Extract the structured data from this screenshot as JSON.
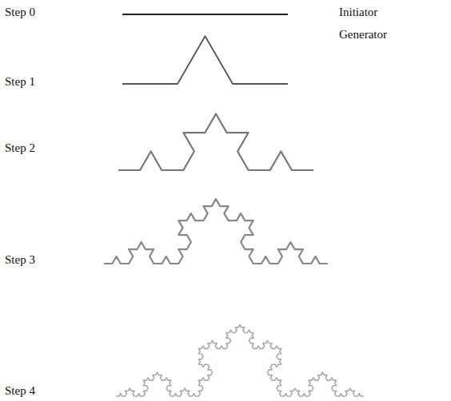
{
  "diagram": {
    "labels": [
      "Step 0",
      "Initiator",
      "Step 1",
      "Generator",
      "Step 2",
      "Step 3",
      "Step 4"
    ]
  }
}
